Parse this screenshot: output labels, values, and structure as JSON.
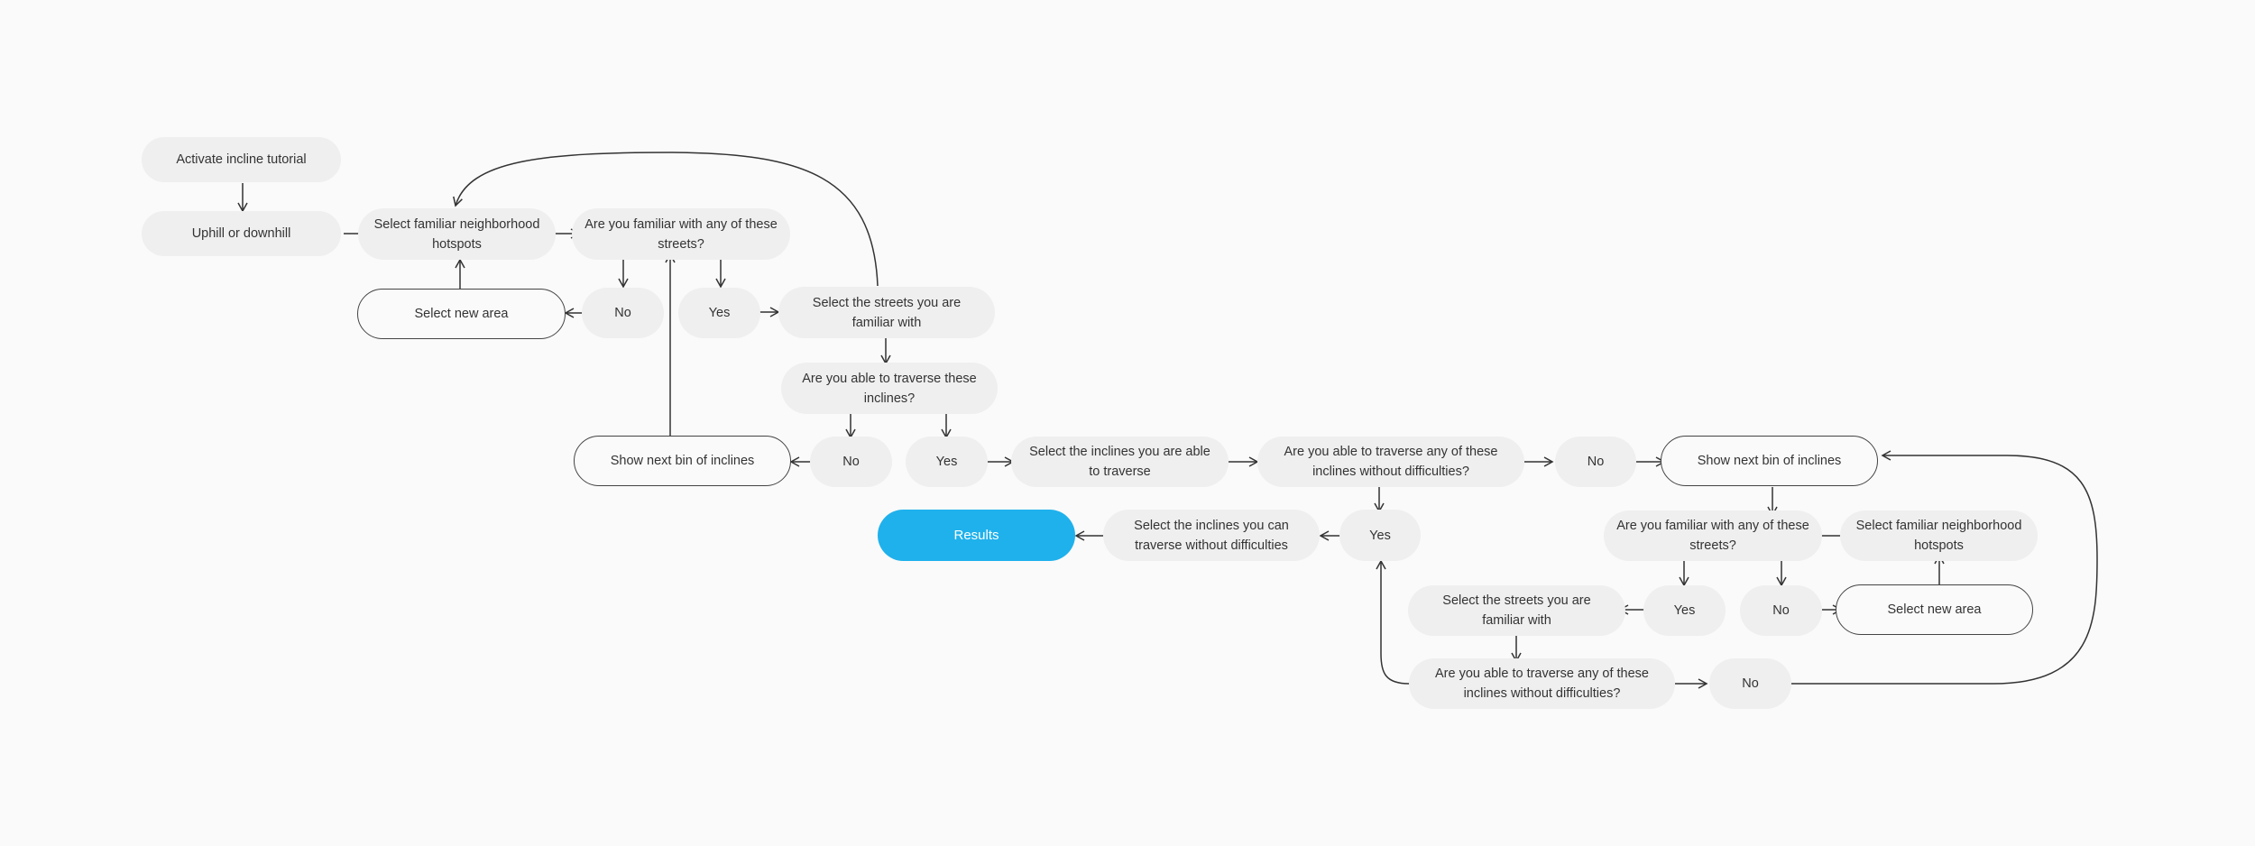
{
  "accent_color": "#1fb1ec",
  "nodes": {
    "activate_tutorial": "Activate incline tutorial",
    "uphill_downhill": "Uphill or downhill",
    "select_hotspots_1": "Select familiar neighborhood hotspots",
    "familiar_streets_q1": "Are you familiar with any of these streets?",
    "select_new_area_1": "Select new area",
    "no_1": "No",
    "yes_1": "Yes",
    "select_streets_1": "Select the streets you are familiar with",
    "traverse_q1": "Are you able to traverse these inclines?",
    "show_next_bin_1": "Show next bin of inclines",
    "no_2": "No",
    "yes_2": "Yes",
    "select_inclines": "Select the inclines you are able to traverse",
    "traverse_difficulty_q1": "Are you able to traverse any of these inclines without difficulties?",
    "no_3": "No",
    "show_next_bin_2": "Show next bin of inclines",
    "results": "Results",
    "select_inclines_nodiff": "Select the inclines you can traverse without difficulties",
    "yes_3": "Yes",
    "familiar_streets_q2": "Are you familiar with any of these streets?",
    "select_hotspots_2": "Select familiar neighborhood hotspots",
    "select_streets_2": "Select the streets you are familiar with",
    "yes_4": "Yes",
    "no_4": "No",
    "select_new_area_2": "Select new area",
    "traverse_difficulty_q2": "Are you able to traverse any of these inclines without difficulties?",
    "no_5": "No"
  }
}
